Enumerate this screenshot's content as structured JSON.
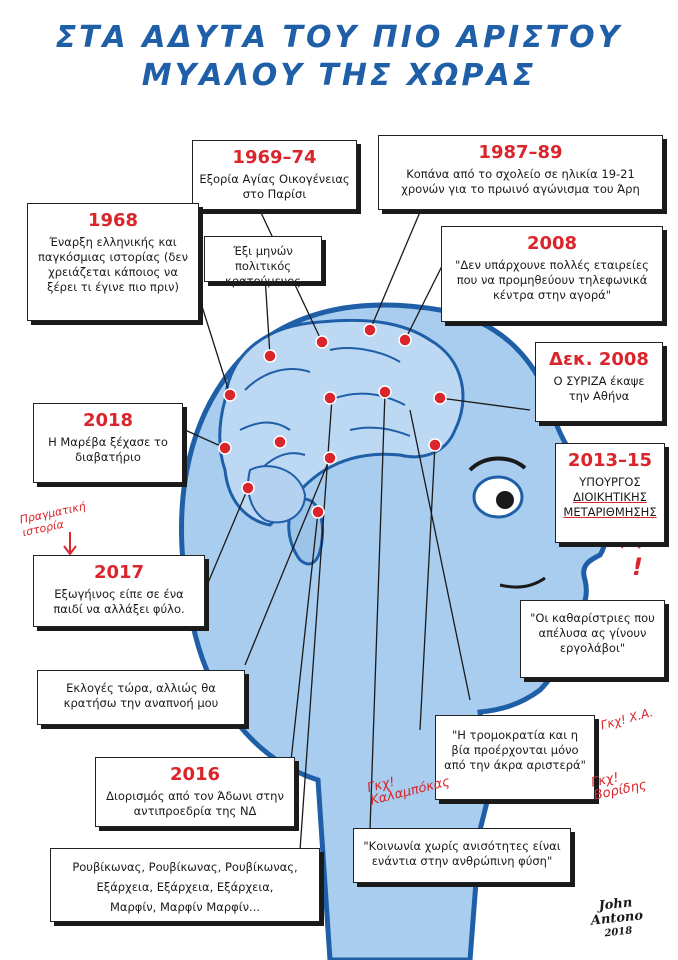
{
  "title": {
    "line1": "ΣΤΑ ΑΔΥΤΑ ΤΟΥ ΠΙΟ ΑΡΙΣΤΟΥ",
    "line2": "ΜΥΑΛΟΥ ΤΗΣ ΧΩΡΑΣ"
  },
  "boxes": {
    "b1969": {
      "year": "1969–74",
      "text": "Εξορία Αγίας Οικογένειας στο Παρίσι"
    },
    "b1987": {
      "year": "1987–89",
      "text": "Κοπάνα από το σχολείο σε ηλικία 19-21 χρονών για το πρωινό αγώνισμα του Άρη"
    },
    "b1968": {
      "year": "1968",
      "text": "Έναρξη ελληνικής και παγκόσμιας ιστορίας (δεν χρειάζεται κάποιος να ξέρει τι έγινε πιο πριν)"
    },
    "b6mon": {
      "text": "Έξι μηνών πολιτικός κρατούμενος"
    },
    "b2008": {
      "year": "2008",
      "text": "\"Δεν υπάρχουνε πολλές εταιρείες που να προμηθεύουν τηλεφωνικά κέντρα στην αγορά\""
    },
    "bdek": {
      "year": "Δεκ. 2008",
      "text": "Ο ΣΥΡΙΖΑ έκαψε την Αθήνα"
    },
    "b2018": {
      "year": "2018",
      "text": "Η Μαρέβα ξέχασε το διαβατήριο"
    },
    "b2013": {
      "year": "2013–15",
      "line1": "ΥΠΟΥΡΓΟΣ",
      "line2": "ΔΙΟΙΚΗΤΙΚΗΣ",
      "line3": "ΜΕΤΑΡΙΘΜΗΣΗΣ"
    },
    "b2017": {
      "year": "2017",
      "text": "Εξωγήινος είπε σε ένα παιδί να αλλάξει φύλο."
    },
    "bcleaners": {
      "text": "\"Οι καθαρίστριες που απέλυσα ας γίνουν εργολάβοι\""
    },
    "belect": {
      "text": "Εκλογές τώρα, αλλιώς θα κρατήσω την αναπνοή μου"
    },
    "bterror": {
      "text": "\"Η τρομοκρατία και η βία προέρχονται μόνο από την άκρα αριστερά\""
    },
    "b2016": {
      "year": "2016",
      "text": "Διορισμός από τον Άδωνι στην αντιπροεδρία της ΝΔ"
    },
    "bsociety": {
      "text": "\"Κοινωνία χωρίς ανισότητες είναι ενάντια στην ανθρώπινη φύση\""
    },
    "brouv": {
      "line1": "Ρουβίκωνας, Ρουβίκωνας, Ρουβίκωνας,",
      "line2": "Εξάρχεια, Εξάρχεια, Εξάρχεια,",
      "line3": "Μαρφίν, Μαρφίν Μαρφίν..."
    }
  },
  "notes": {
    "real_history": "Πραγματική ιστορία",
    "exclaim": "!",
    "gkx_xa": "Γκχ! Χ.Α.",
    "gkx_kal": "Γκχ! Καλαμπόκας",
    "gkx_vor": "Γκχ! Βορίδης"
  },
  "signature": {
    "name": "John Antono",
    "year": "2018"
  },
  "colors": {
    "head": "#a9cdee",
    "outline": "#1f5fa8",
    "accent": "#d9252b",
    "brain": "#bcd8f2"
  }
}
